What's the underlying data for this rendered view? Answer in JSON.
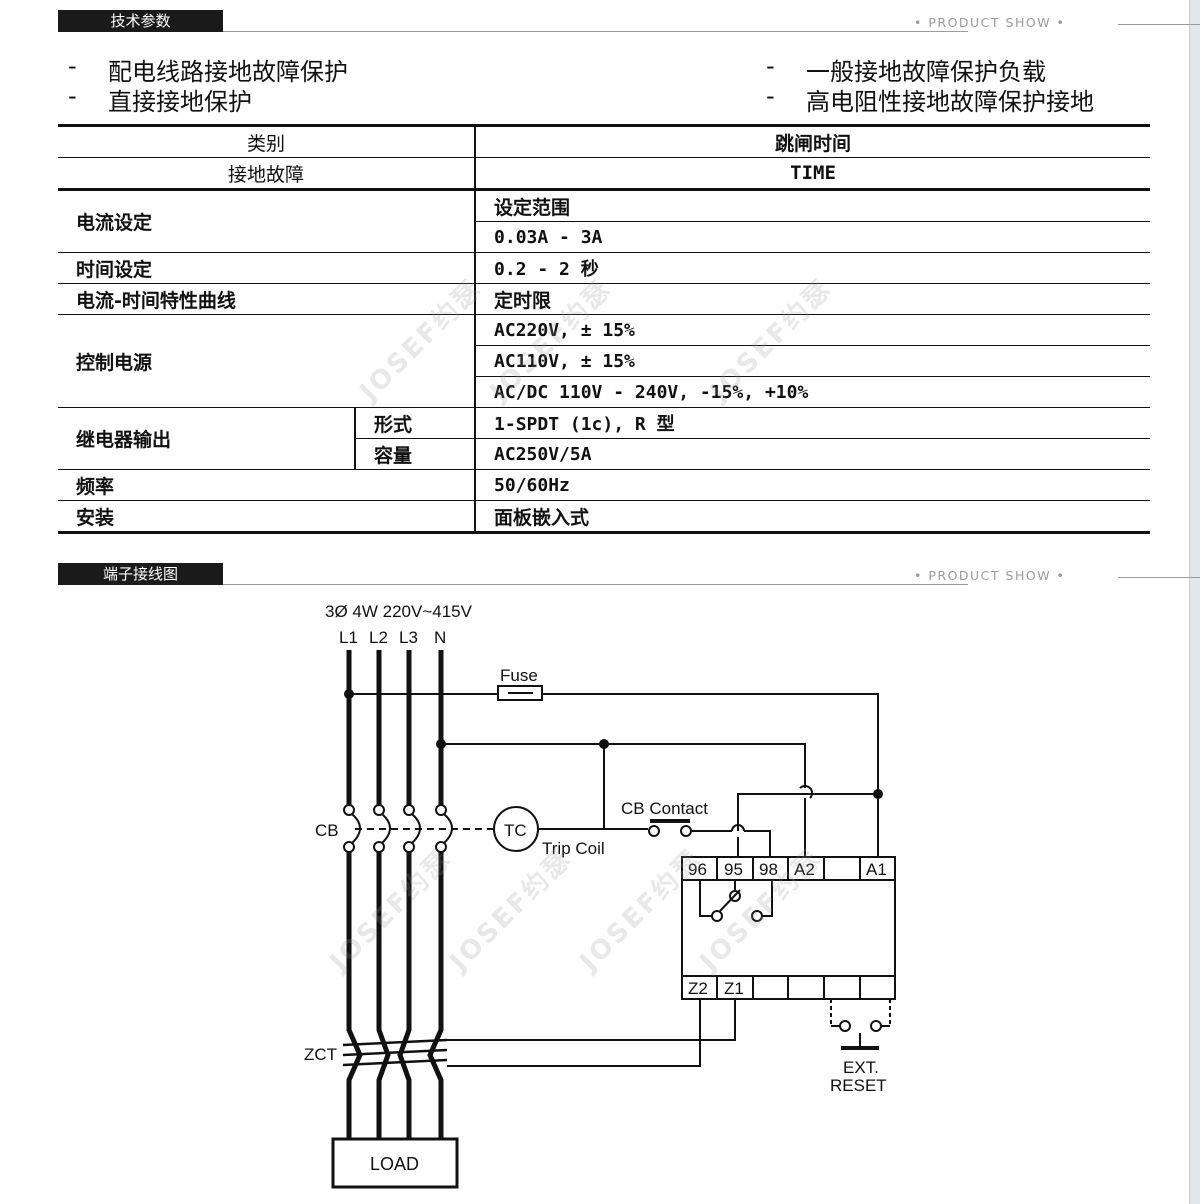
{
  "section1": {
    "tag": "技术参数",
    "label": "• PRODUCT SHOW •"
  },
  "features": {
    "left": [
      "配电线路接地故障保护",
      "直接接地保护"
    ],
    "right": [
      "一般接地故障保护负载",
      "高电阻性接地故障保护接地"
    ],
    "dash": "-"
  },
  "table": {
    "header": {
      "category": "类别",
      "trip_time": "跳闸时间"
    },
    "fault": {
      "label": "接地故障",
      "value": "TIME"
    },
    "current": {
      "label": "电流设定",
      "range_label": "设定范围",
      "range_value": "0.03A - 3A"
    },
    "time": {
      "label": "时间设定",
      "value": "0.2 - 2 秒"
    },
    "curve": {
      "label": "电流-时间特性曲线",
      "value": "定时限"
    },
    "power": {
      "label": "控制电源",
      "values": [
        "AC220V, ± 15%",
        "AC110V, ± 15%",
        "AC/DC 110V - 240V, -15%, +10%"
      ]
    },
    "relay": {
      "label": "继电器输出",
      "form_label": "形式",
      "form_value": "1-SPDT (1c), R 型",
      "cap_label": "容量",
      "cap_value": "AC250V/5A"
    },
    "freq": {
      "label": "频率",
      "value": "50/60Hz"
    },
    "mount": {
      "label": "安装",
      "value": "面板嵌入式"
    }
  },
  "section2": {
    "tag": "端子接线图",
    "label": "• PRODUCT SHOW •"
  },
  "diagram": {
    "supply": "3Ø 4W 220V~415V",
    "lines": [
      "L1",
      "L2",
      "L3",
      "N"
    ],
    "fuse": "Fuse",
    "cb": "CB",
    "tc": "TC",
    "trip_coil": "Trip Coil",
    "cb_contact": "CB Contact",
    "top_terminals": [
      "96",
      "95",
      "98",
      "A2",
      "",
      "A1"
    ],
    "bottom_terminals": [
      "Z2",
      "Z1",
      "",
      "",
      "",
      ""
    ],
    "zct": "ZCT",
    "load": "LOAD",
    "ext_reset": [
      "EXT.",
      "RESET"
    ]
  },
  "watermark": "JOSEF约瑟"
}
